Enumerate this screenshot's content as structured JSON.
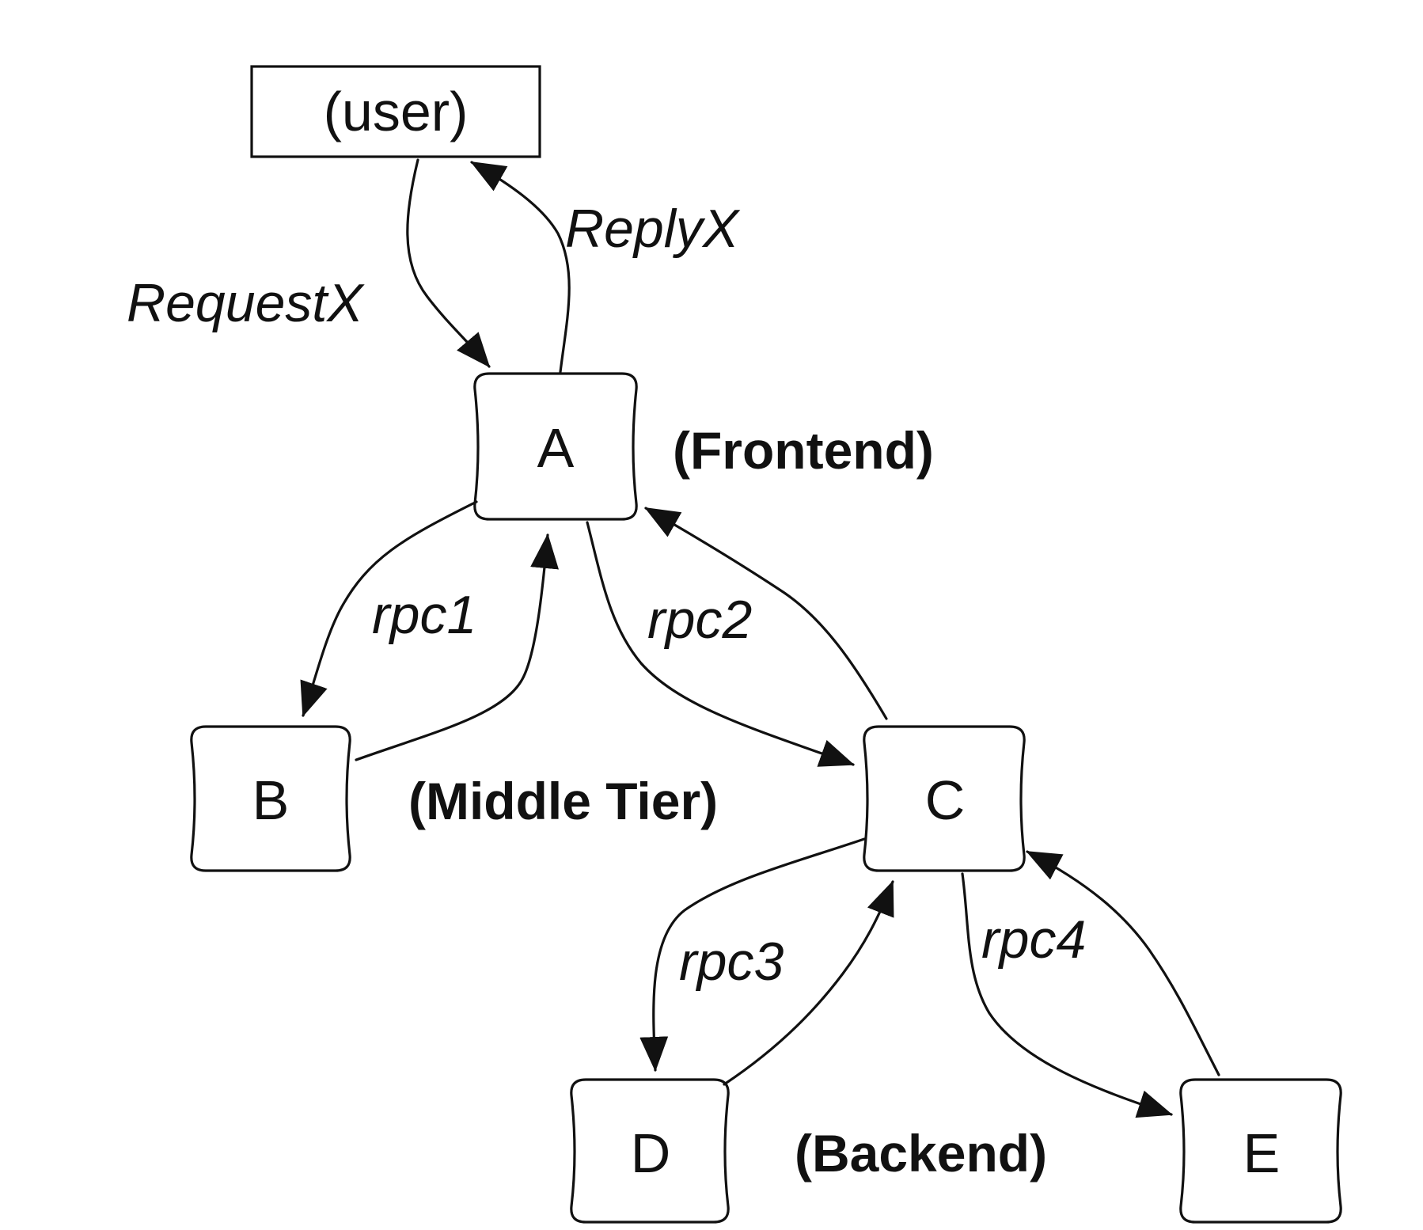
{
  "nodes": {
    "user": "(user)",
    "a": "A",
    "b": "B",
    "c": "C",
    "d": "D",
    "e": "E"
  },
  "tiers": {
    "frontend": "(Frontend)",
    "middle": "(Middle Tier)",
    "backend": "(Backend)"
  },
  "edges": {
    "request": "RequestX",
    "reply": "ReplyX",
    "rpc1": "rpc1",
    "rpc2": "rpc2",
    "rpc3": "rpc3",
    "rpc4": "rpc4"
  },
  "colors": {
    "stroke": "#111111",
    "background": "#ffffff"
  }
}
